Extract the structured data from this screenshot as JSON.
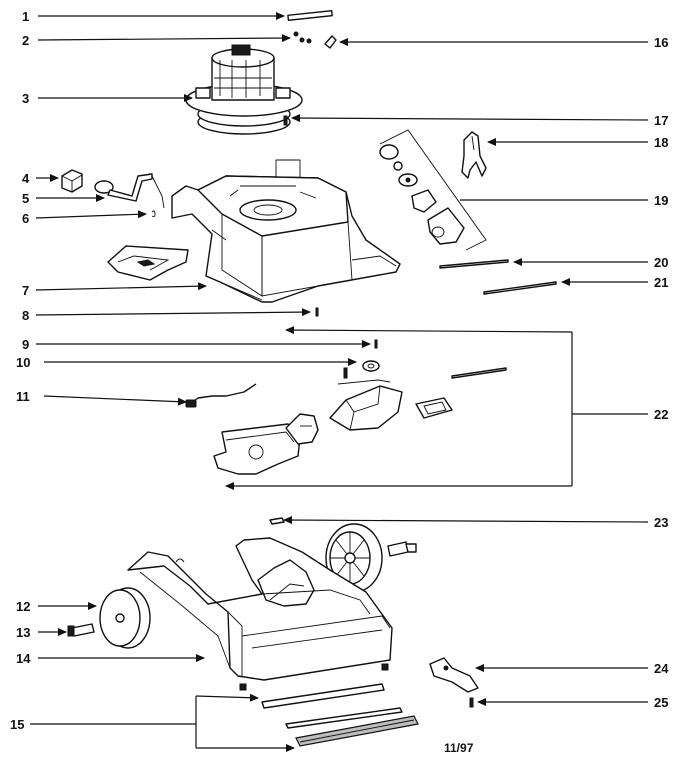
{
  "diagram": {
    "callouts": [
      {
        "id": "c1",
        "text": "1"
      },
      {
        "id": "c2",
        "text": "2"
      },
      {
        "id": "c3",
        "text": "3"
      },
      {
        "id": "c4",
        "text": "4"
      },
      {
        "id": "c5",
        "text": "5"
      },
      {
        "id": "c6",
        "text": "6"
      },
      {
        "id": "c7",
        "text": "7"
      },
      {
        "id": "c8",
        "text": "8"
      },
      {
        "id": "c9",
        "text": "9"
      },
      {
        "id": "c10",
        "text": "10"
      },
      {
        "id": "c11",
        "text": "11"
      },
      {
        "id": "c12",
        "text": "12"
      },
      {
        "id": "c13",
        "text": "13"
      },
      {
        "id": "c14",
        "text": "14"
      },
      {
        "id": "c15",
        "text": "15"
      },
      {
        "id": "c16",
        "text": "16"
      },
      {
        "id": "c17",
        "text": "17"
      },
      {
        "id": "c18",
        "text": "18"
      },
      {
        "id": "c19",
        "text": "19"
      },
      {
        "id": "c20",
        "text": "20"
      },
      {
        "id": "c21",
        "text": "21"
      },
      {
        "id": "c22",
        "text": "22"
      },
      {
        "id": "c23",
        "text": "23"
      },
      {
        "id": "c24",
        "text": "24"
      },
      {
        "id": "c25",
        "text": "25"
      }
    ],
    "date_code": "11/97"
  }
}
